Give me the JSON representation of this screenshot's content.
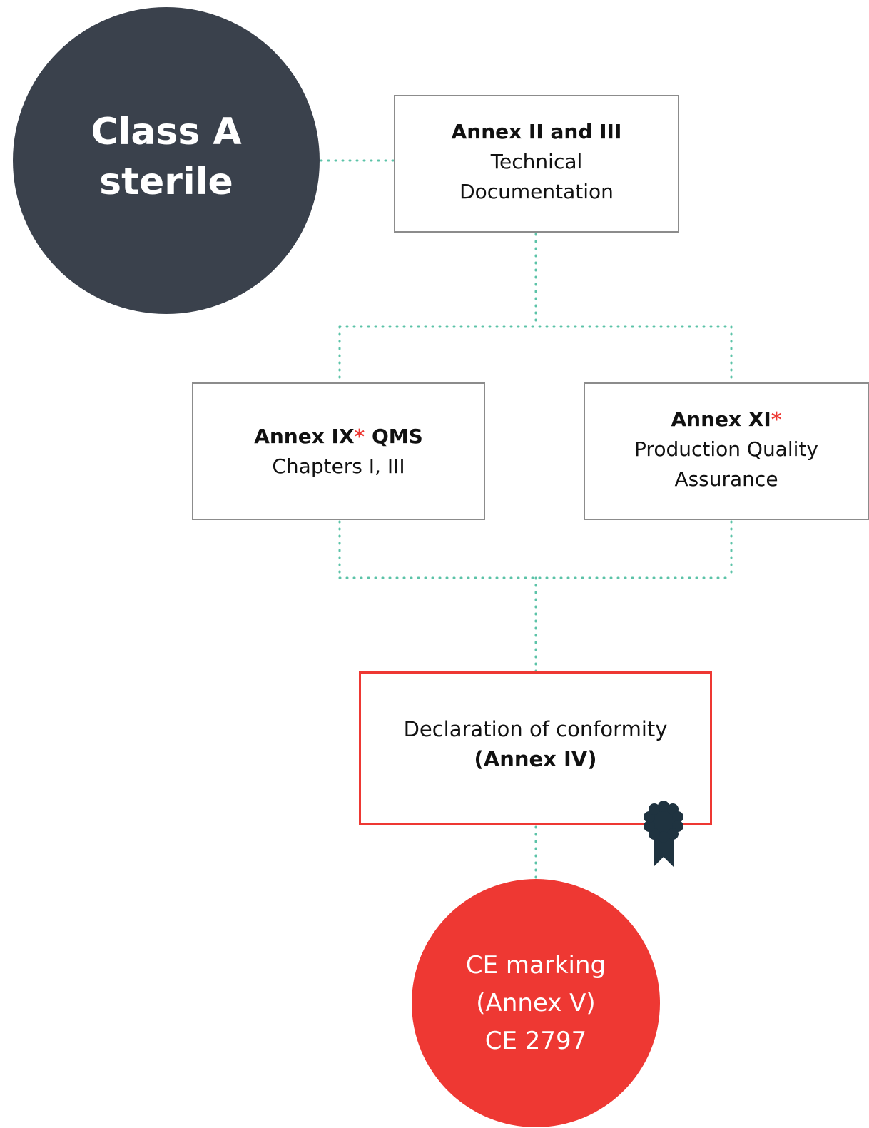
{
  "class_circle": {
    "line1": "Class A",
    "line2": "sterile",
    "color": "#3a414c"
  },
  "technical_box": {
    "bold": "Annex II and III",
    "line2": "Technical",
    "line3": "Documentation"
  },
  "qms_box": {
    "bold_before_asterisk": "Annex IX",
    "asterisk": "*",
    "bold_after_asterisk": " QMS",
    "line2": "Chapters I, III"
  },
  "pqa_box": {
    "bold_before_asterisk": "Annex XI",
    "asterisk": "*",
    "line2": "Production Quality",
    "line3": "Assurance"
  },
  "declaration_box": {
    "line1": "Declaration of conformity",
    "bold": "(Annex IV)",
    "border_color": "#ee3833"
  },
  "badge": {
    "icon": "award-ribbon-icon",
    "color": "#1f3340"
  },
  "ce_circle": {
    "line1": "CE marking",
    "line2": "(Annex V)",
    "line3": "CE 2797",
    "color": "#ee3833"
  },
  "connector_color": "#5cc3a8"
}
